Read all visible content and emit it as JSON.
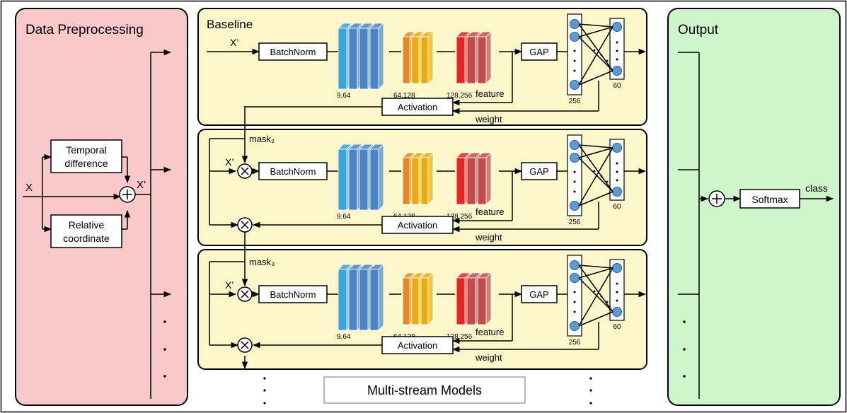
{
  "left_panel": {
    "title": "Data Preprocessing",
    "input_label": "X",
    "output_label": "X’",
    "box_temporal": [
      "Temporal",
      "difference"
    ],
    "box_relative": [
      "Relative",
      "coordinate"
    ],
    "ellipsis": "·"
  },
  "right_panel": {
    "title": "Output",
    "softmax": "Softmax",
    "class_label": "class"
  },
  "streams": [
    {
      "title": "Baseline",
      "input_label": "X’",
      "mask_label": ""
    },
    {
      "title": "",
      "input_label": "X’",
      "mask_label": "mask₂"
    },
    {
      "title": "",
      "input_label": "X’",
      "mask_label": "mask₃"
    }
  ],
  "stream_common": {
    "batchnorm": "BatchNorm",
    "gap": "GAP",
    "activation": "Activation",
    "feature": "feature",
    "weight": "weight",
    "dims": [
      "9,64",
      "64,128",
      "128,256"
    ],
    "node_counts": [
      "256",
      "60"
    ]
  },
  "footer": {
    "multi_stream": "Multi-stream Models"
  },
  "colors": {
    "left_bg": "#f9c9c9",
    "right_bg": "#cff5cd",
    "stream_bg": "#fbf7ca",
    "blue": "#4a86c5",
    "blue_light": "#3aa3dd",
    "orange": "#e28b22",
    "gold": "#e8ac0e",
    "red": "#e42323",
    "red_dark": "#c24b4b",
    "node": "#5b9bd5"
  }
}
